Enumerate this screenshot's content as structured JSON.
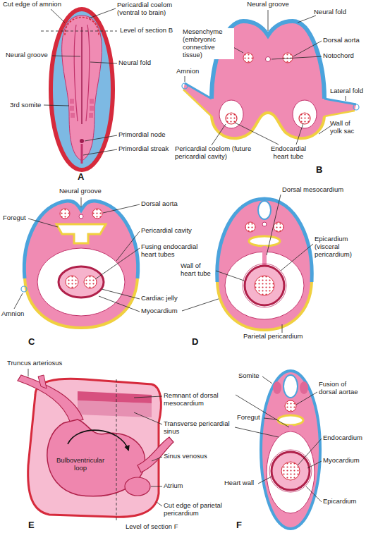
{
  "diagram": {
    "labels": [
      "Cut edge of amnion",
      "Pericardial coelom (ventral to brain)",
      "Level of section B",
      "Neural groove",
      "Neural fold",
      "3rd somite",
      "Primordial node",
      "Primordial streak",
      "A",
      "Neural groove",
      "Neural fold",
      "Mesenchyme (embryonic connective tissue)",
      "Dorsal aorta",
      "Notochord",
      "Amnion",
      "Pericardial coelom (future pericardial cavity)",
      "Lateral fold",
      "Wall of yolk sac",
      "Endocardial heart tube",
      "B",
      "Neural groove",
      "Dorsal aorta",
      "Foregut",
      "Pericardial cavity",
      "Fusing endocardial heart tubes",
      "Amnion",
      "Cardiac jelly",
      "Myocardium",
      "C",
      "Dorsal mesocardium",
      "Epicardium (visceral pericardium)",
      "Wall of heart tube",
      "Parietal pericardium",
      "D",
      "Truncus arteriosus",
      "Remnant of dorsal mesocardium",
      "Transverse pericardial sinus",
      "Bulboventricular loop",
      "Sinus venosus",
      "Atrium",
      "Cut edge of parietal pericardium",
      "Level of section F",
      "E",
      "Somite",
      "Foregut",
      "Fusion of dorsal aortae",
      "Endocardium",
      "Myocardium",
      "Heart wall",
      "Epicardium",
      "F"
    ]
  }
}
